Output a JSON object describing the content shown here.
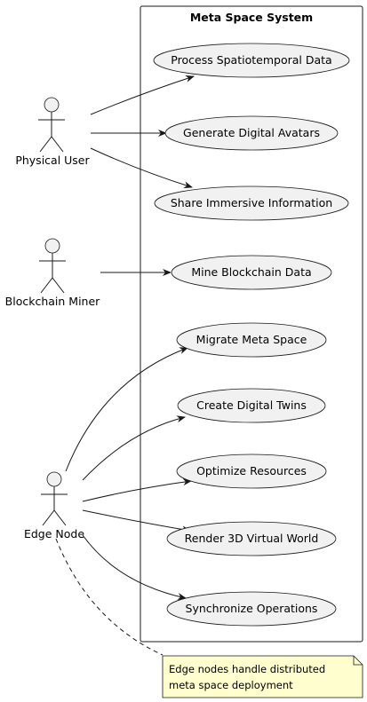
{
  "system": {
    "title": "Meta Space System"
  },
  "actors": [
    {
      "id": "physical-user",
      "label": "Physical User"
    },
    {
      "id": "blockchain-miner",
      "label": "Blockchain Miner"
    },
    {
      "id": "edge-node",
      "label": "Edge Node"
    }
  ],
  "use_cases": [
    {
      "id": "process",
      "label": "Process Spatiotemporal Data"
    },
    {
      "id": "avatars",
      "label": "Generate Digital Avatars"
    },
    {
      "id": "share",
      "label": "Share Immersive Information"
    },
    {
      "id": "mine",
      "label": "Mine Blockchain Data"
    },
    {
      "id": "migrate",
      "label": "Migrate Meta Space"
    },
    {
      "id": "twins",
      "label": "Create Digital Twins"
    },
    {
      "id": "optimize",
      "label": "Optimize Resources"
    },
    {
      "id": "render",
      "label": "Render 3D Virtual World"
    },
    {
      "id": "sync",
      "label": "Synchronize Operations"
    }
  ],
  "associations": [
    {
      "from": "physical-user",
      "to": "process"
    },
    {
      "from": "physical-user",
      "to": "avatars"
    },
    {
      "from": "physical-user",
      "to": "share"
    },
    {
      "from": "blockchain-miner",
      "to": "mine"
    },
    {
      "from": "edge-node",
      "to": "migrate"
    },
    {
      "from": "edge-node",
      "to": "twins"
    },
    {
      "from": "edge-node",
      "to": "optimize"
    },
    {
      "from": "edge-node",
      "to": "render"
    },
    {
      "from": "edge-node",
      "to": "sync"
    }
  ],
  "note": {
    "lines": [
      "Edge nodes handle distributed",
      "meta space deployment"
    ],
    "attached_to": "edge-node",
    "background": "#fefece"
  },
  "colors": {
    "use_case_fill": "#f1f1f1",
    "line": "#181818"
  }
}
